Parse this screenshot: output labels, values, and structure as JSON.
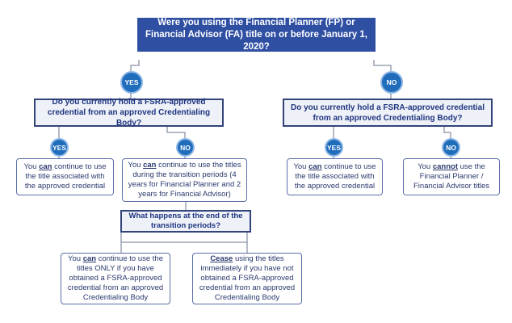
{
  "root_question": "Were you using the Financial Planner (FP) or Financial Advisor (FA) title on or before January 1, 2020?",
  "left_branch": {
    "badge": "YES",
    "question": "Do you currently hold a FSRA-approved credential from an approved Credentialing Body?",
    "yes": {
      "badge": "YES",
      "answer_pre": "You ",
      "answer_em": "can",
      "answer_post": " continue to use the title associated with the approved credential"
    },
    "no": {
      "badge": "NO",
      "answer_pre": "You ",
      "answer_em": "can",
      "answer_post": " continue to use the titles during the transition periods (4 years for Financial Planner and 2 years for Financial Advisor)",
      "followup_question": "What happens at the end of the transition periods?",
      "outcome_can_pre": "You ",
      "outcome_can_em": "can",
      "outcome_can_post": " continue to use the titles ONLY if you have obtained a FSRA-approved credential from an approved Credentialing Body",
      "outcome_cease_em": "Cease",
      "outcome_cease_post": " using the titles immediately if you have not obtained a FSRA-approved credential from an approved Credentialing Body"
    }
  },
  "right_branch": {
    "badge": "NO",
    "question": "Do you currently hold a FSRA-approved credential from an approved Credentialing Body?",
    "yes": {
      "badge": "YES",
      "answer_pre": "You ",
      "answer_em": "can",
      "answer_post": " continue to use the title associated with the approved credential"
    },
    "no": {
      "badge": "NO",
      "answer_pre": "You ",
      "answer_em": "cannot",
      "answer_post": " use the Financial Planner / Financial Advisor titles"
    }
  },
  "colors": {
    "dark_blue": "#2f4fa3",
    "badge_blue": "#1f6dbb",
    "connector_gray": "#9aa3b2"
  }
}
